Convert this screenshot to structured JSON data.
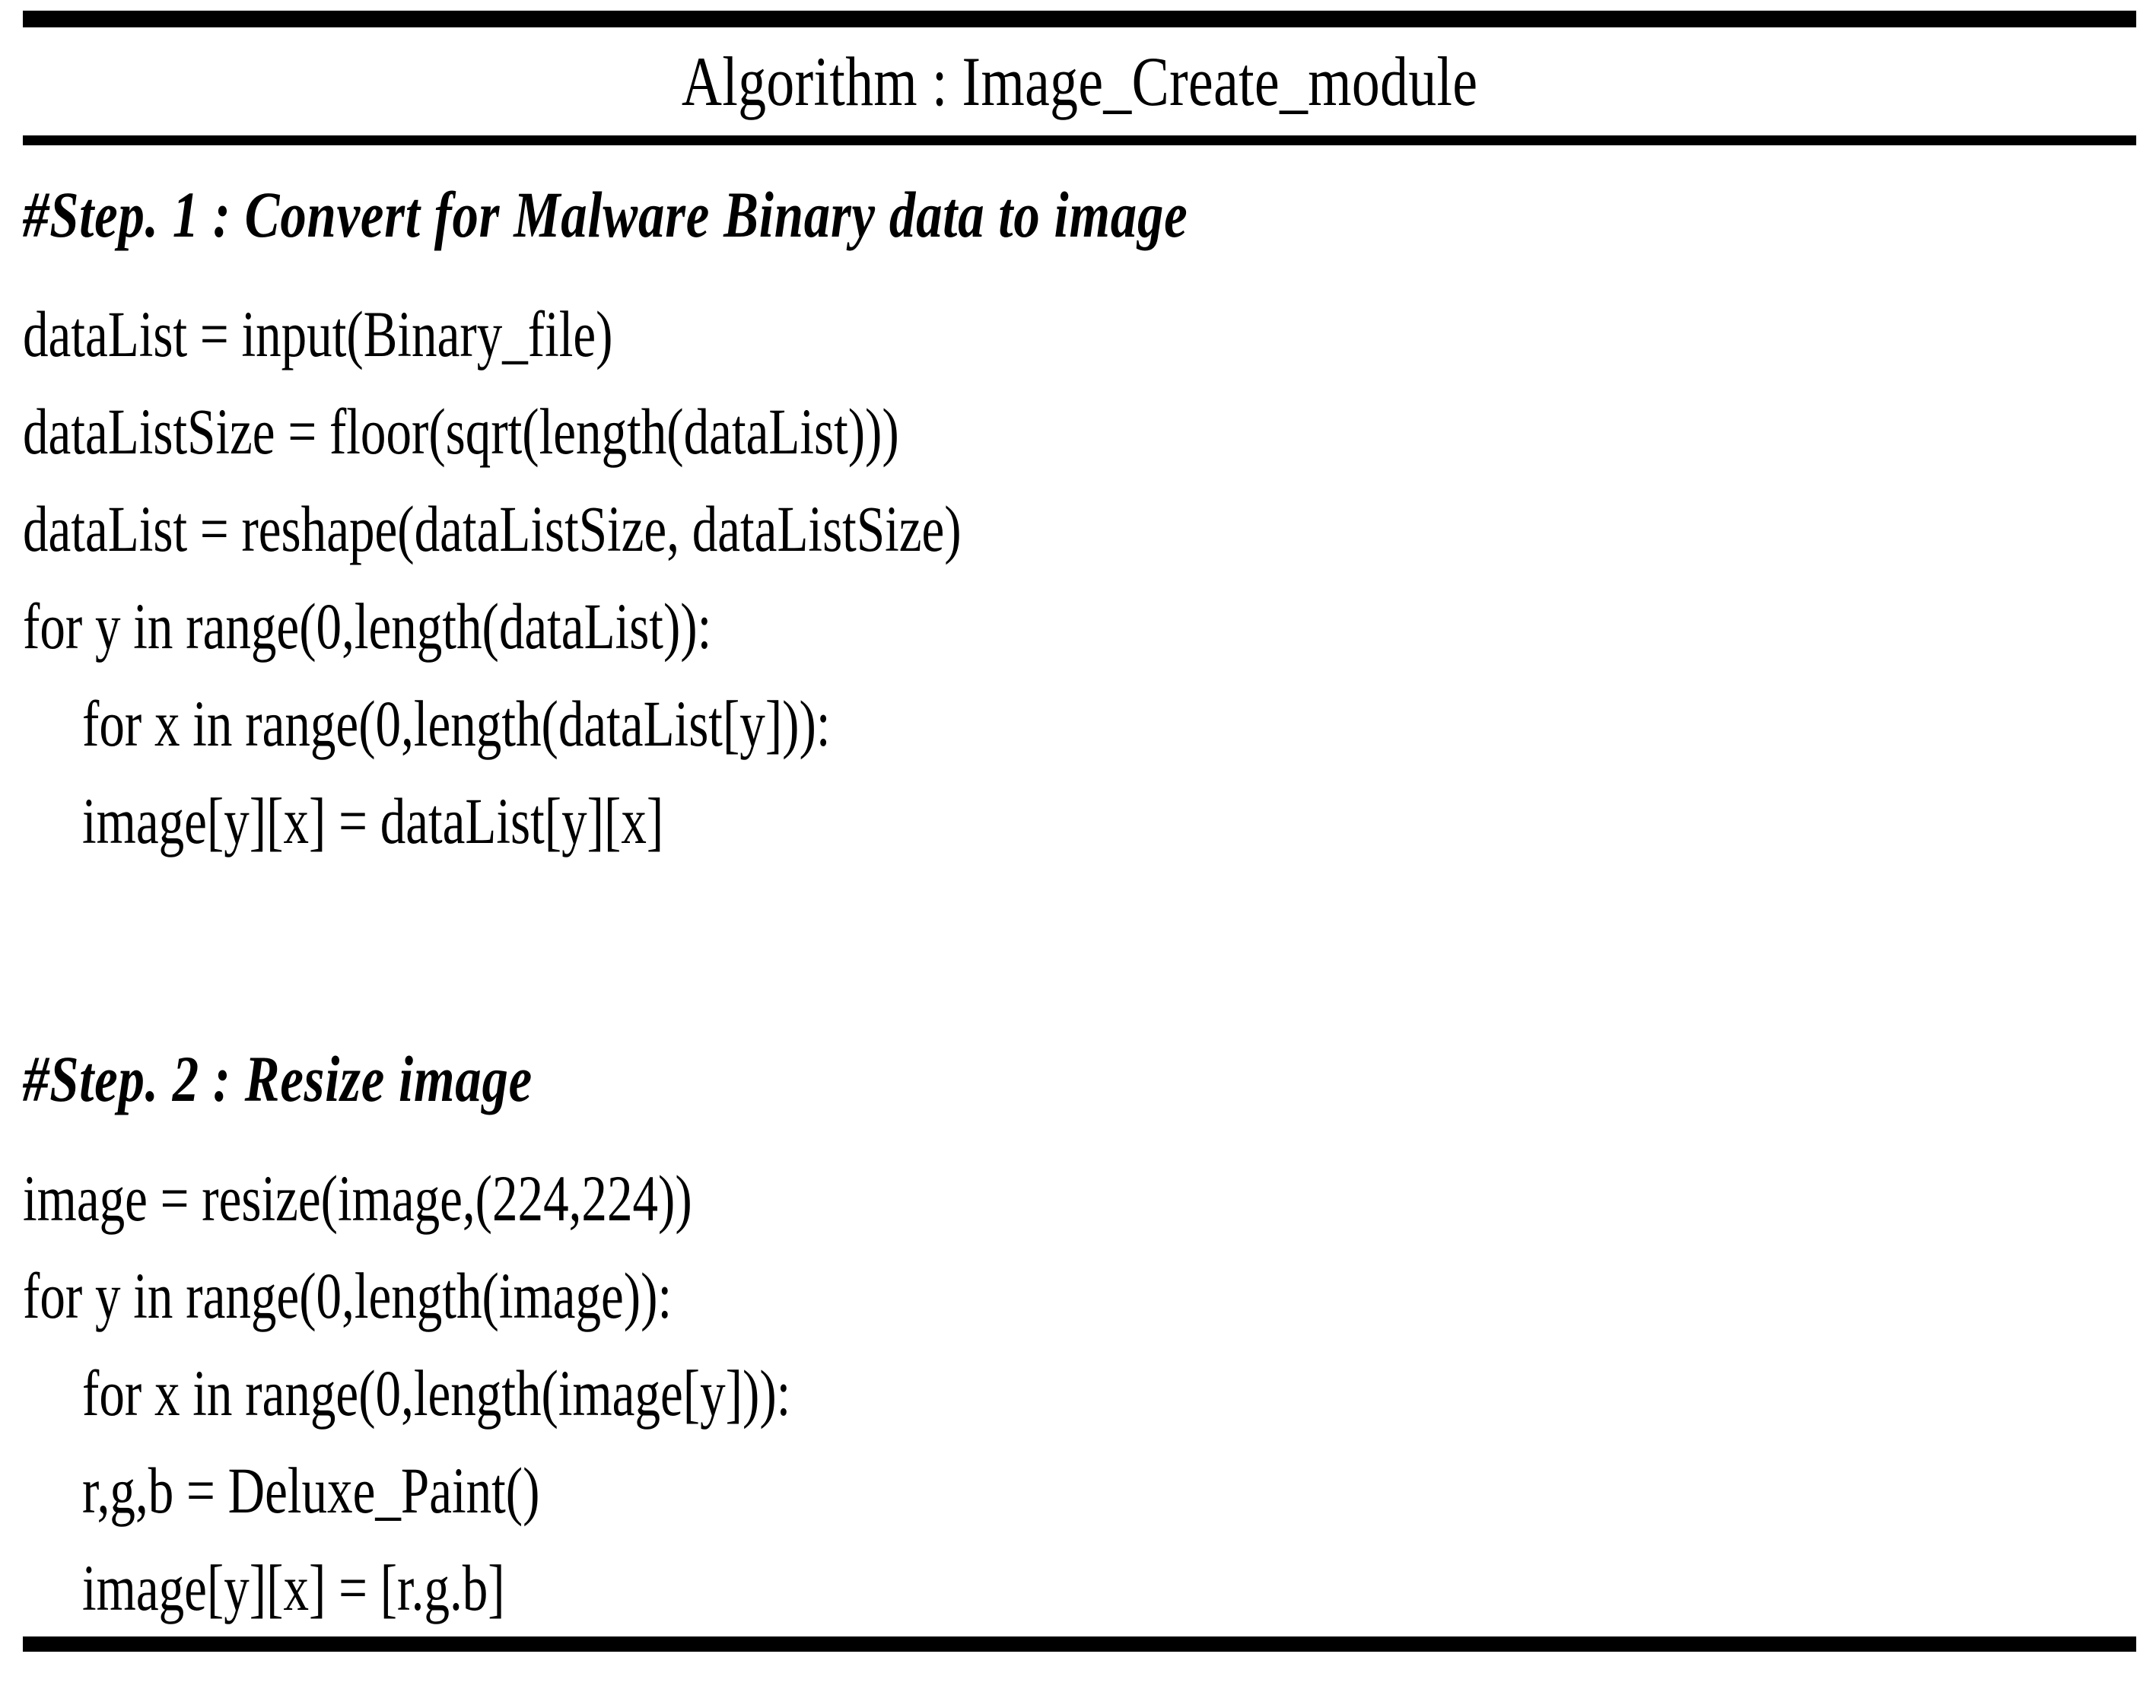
{
  "document": {
    "kind": "algorithm-pseudocode-box",
    "title": "Algorithm : Image_Create_module",
    "colors": {
      "ink": "#000000",
      "page": "#ffffff",
      "rule": "#000000"
    },
    "rules": {
      "top": "thick",
      "under_title": "medium",
      "bottom": "thick"
    },
    "steps": [
      {
        "header": "#Step. 1 : Convert for Malware Binary data to image",
        "lines": [
          {
            "text": "dataList = input(Binary_file)",
            "indent": 0
          },
          {
            "text": "dataListSize = floor(sqrt(length(dataList)))",
            "indent": 0
          },
          {
            "text": "dataList = reshape(dataListSize, dataListSize)",
            "indent": 0
          },
          {
            "text": "for y in range(0,length(dataList)):",
            "indent": 0
          },
          {
            "text": "for x in range(0,length(dataList[y])):",
            "indent": 1
          },
          {
            "text": "image[y][x] = dataList[y][x]",
            "indent": 1
          }
        ]
      },
      {
        "header": "#Step. 2 : Resize image",
        "lines": [
          {
            "text": "image = resize(image,(224,224))",
            "indent": 0
          },
          {
            "text": "for y in range(0,length(image)):",
            "indent": 0
          },
          {
            "text": "for x in range(0,length(image[y])):",
            "indent": 1
          },
          {
            "text": "r,g,b = Deluxe_Paint()",
            "indent": 1
          },
          {
            "text": "image[y][x] = [r.g.b]",
            "indent": 1
          }
        ]
      }
    ]
  }
}
